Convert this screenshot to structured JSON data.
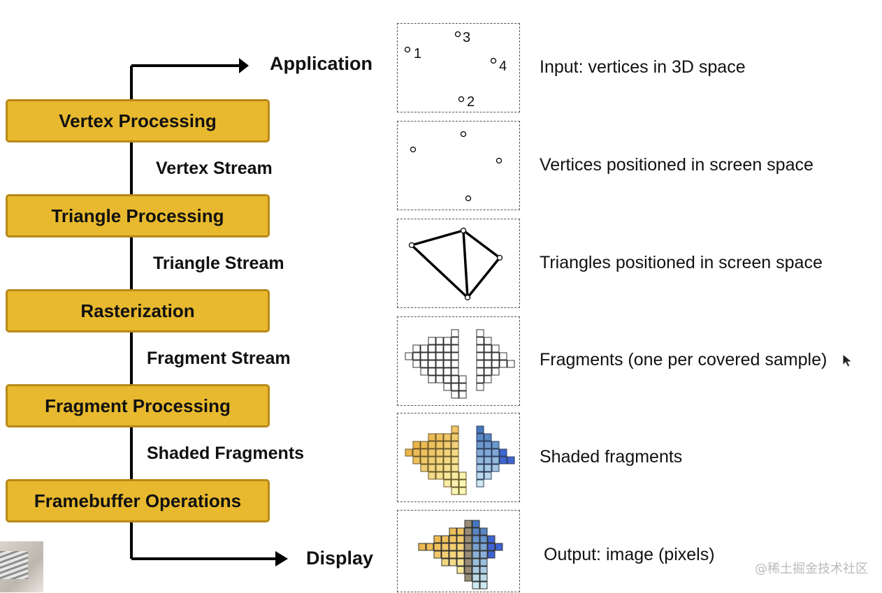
{
  "stages": [
    {
      "label": "Vertex Processing"
    },
    {
      "label": "Triangle Processing"
    },
    {
      "label": "Rasterization"
    },
    {
      "label": "Fragment Processing"
    },
    {
      "label": "Framebuffer Operations"
    }
  ],
  "streams": [
    {
      "label": "Vertex Stream"
    },
    {
      "label": "Triangle Stream"
    },
    {
      "label": "Fragment Stream"
    },
    {
      "label": "Shaded Fragments"
    }
  ],
  "input_label": "Application",
  "output_label": "Display",
  "descriptions": [
    "Input: vertices in 3D space",
    "Vertices positioned in screen space",
    "Triangles positioned in screen space",
    "Fragments (one per covered sample)",
    "Shaded fragments",
    "Output: image (pixels)"
  ],
  "vertex_labels": [
    "1",
    "2",
    "3",
    "4"
  ],
  "watermark": "@稀土掘金技术社区",
  "colors": {
    "stage_fill": "#E8B92E",
    "stage_border": "#B8891A",
    "warm_shade": "#E8A22C",
    "cool_shade": "#4F86C6"
  }
}
